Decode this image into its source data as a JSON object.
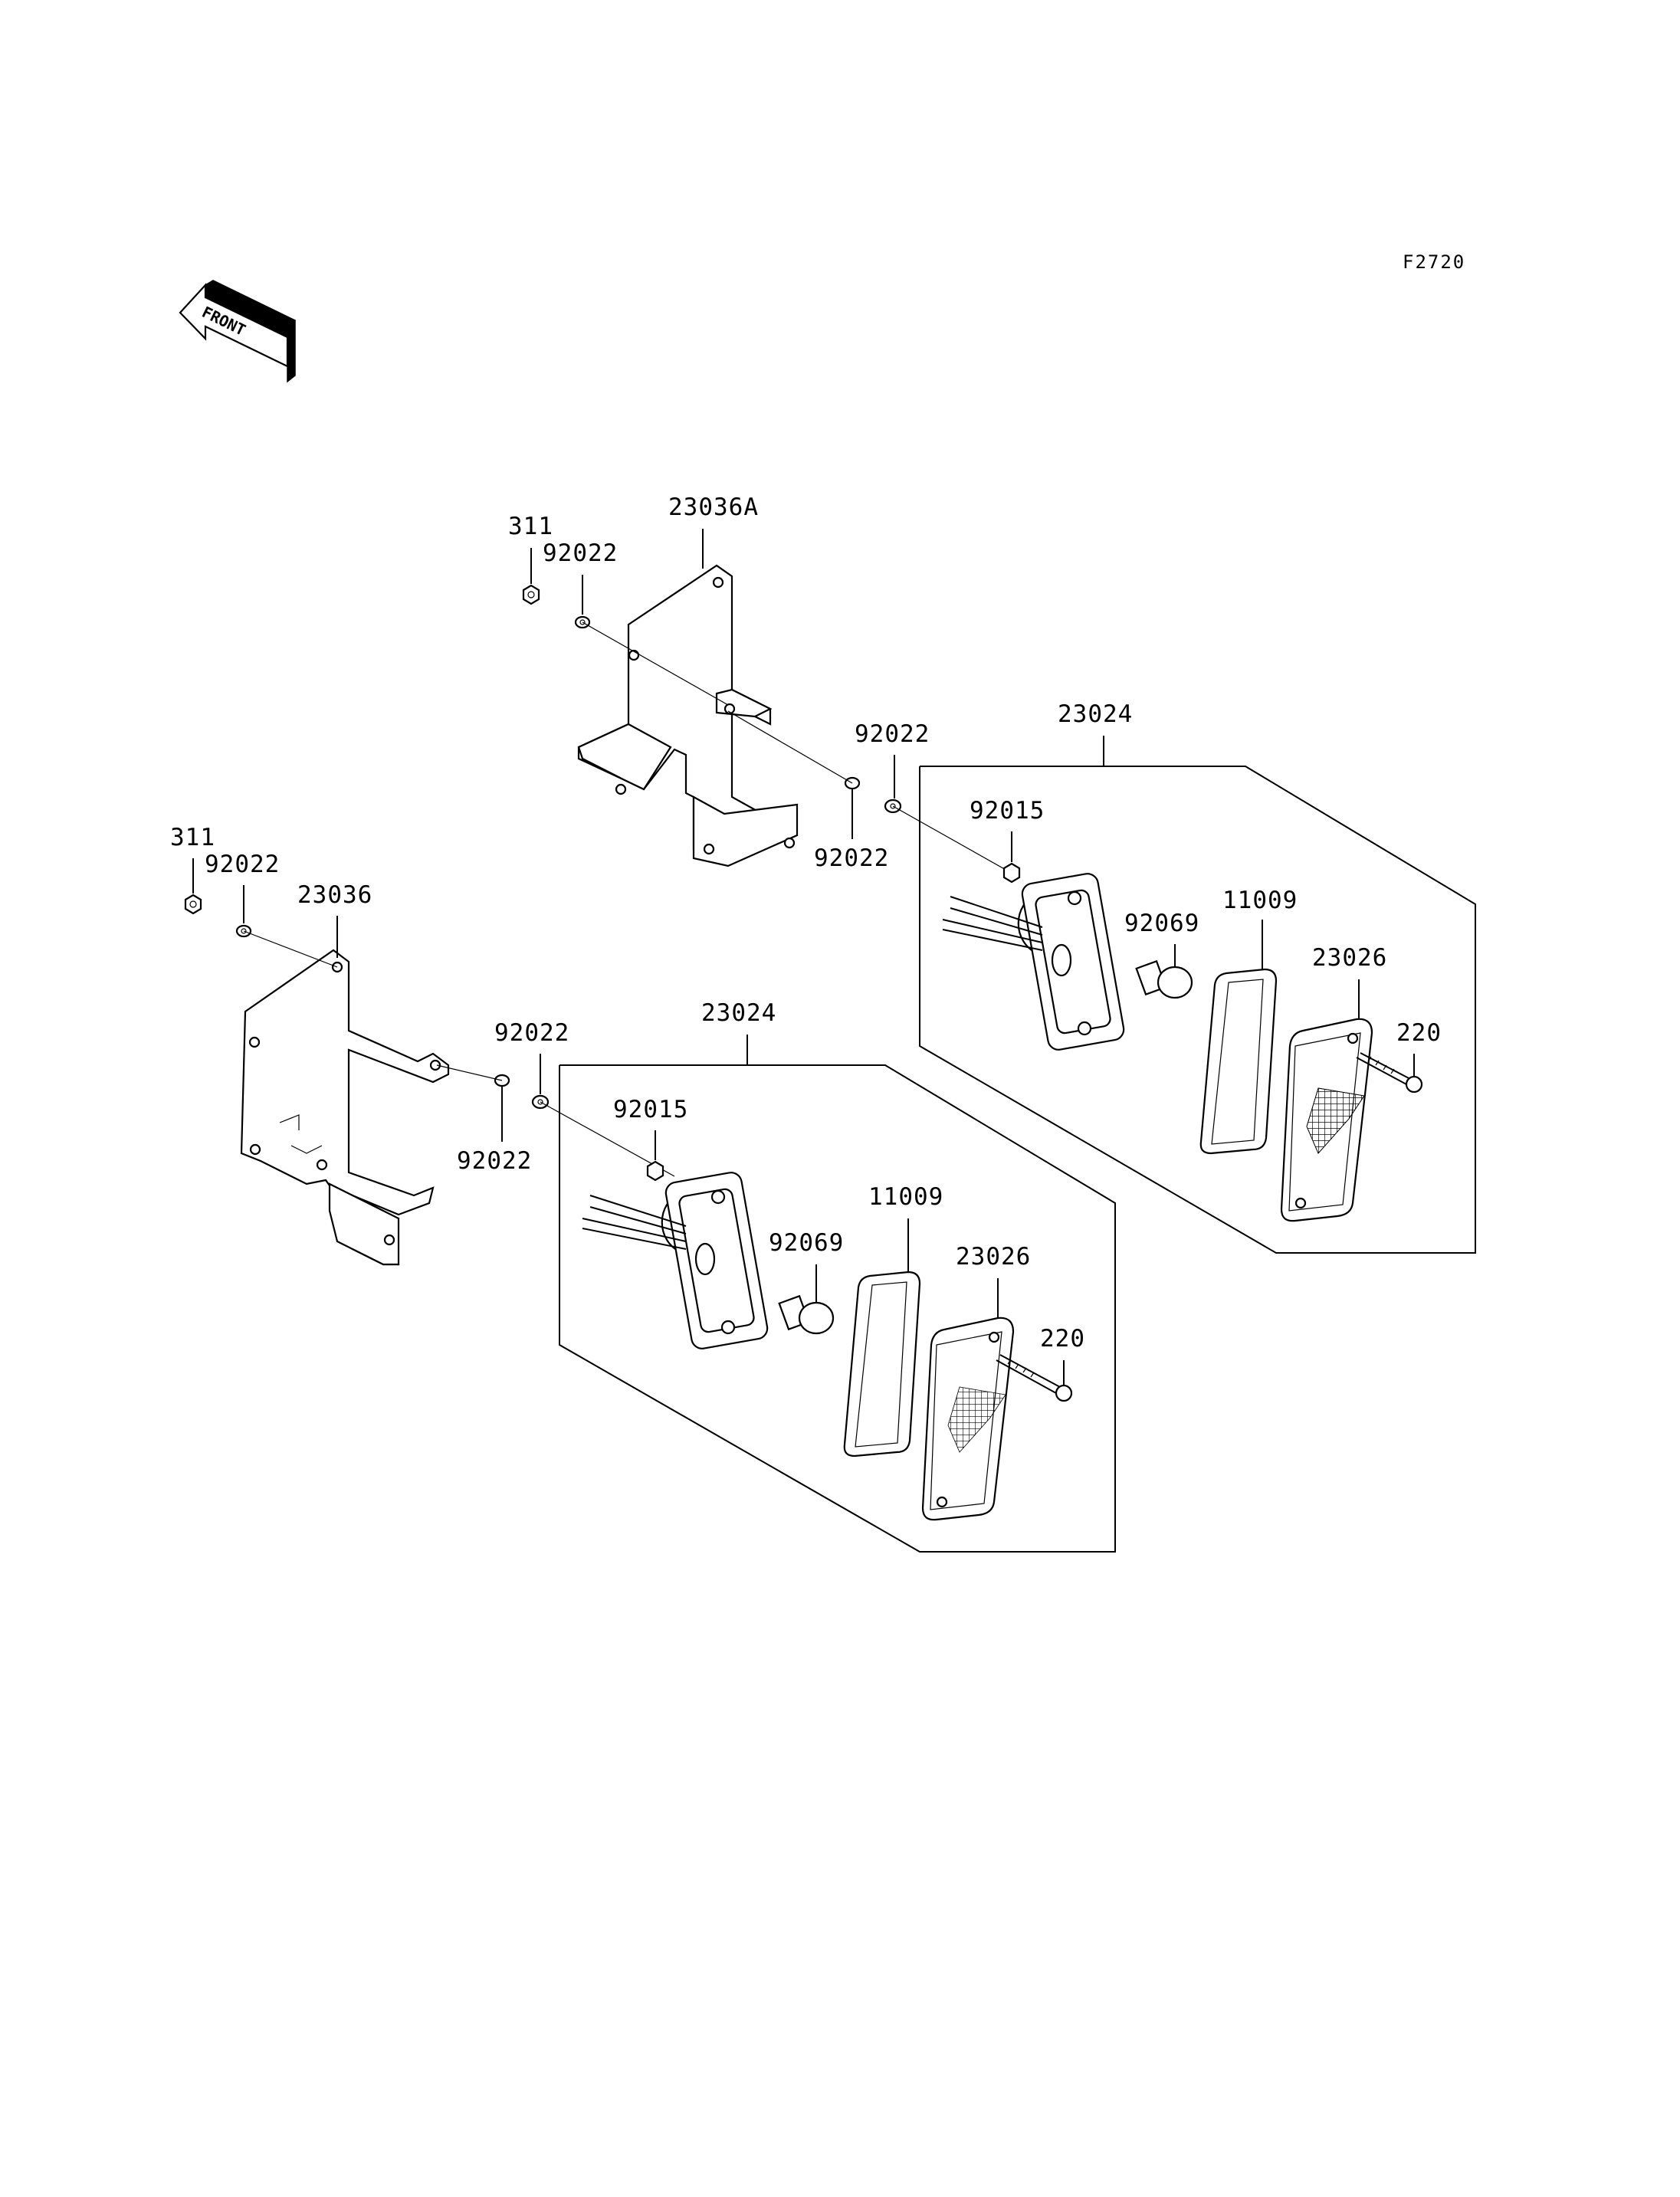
{
  "figure_code": "F2720",
  "front_arrow_label": "FRONT",
  "labels": {
    "upper_311": "311",
    "upper_92022_a": "92022",
    "upper_23036A": "23036A",
    "upper_92022_b": "92022",
    "upper_92022_c": "92022",
    "upper_23024": "23024",
    "upper_92015": "92015",
    "upper_11009": "11009",
    "upper_92069": "92069",
    "upper_23026": "23026",
    "upper_220": "220",
    "lower_311": "311",
    "lower_92022_a": "92022",
    "lower_23036": "23036",
    "lower_92022_b": "92022",
    "lower_92022_c": "92022",
    "lower_23024": "23024",
    "lower_92015": "92015",
    "lower_11009": "11009",
    "lower_92069": "92069",
    "lower_23026": "23026",
    "lower_220": "220"
  }
}
